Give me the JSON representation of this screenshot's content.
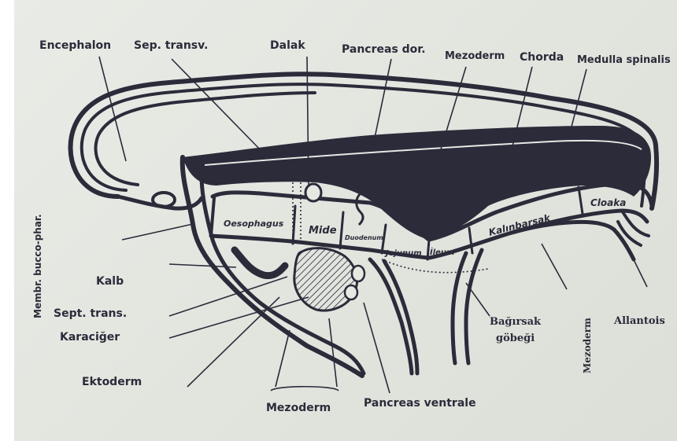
{
  "diagram": {
    "labels": {
      "encephalon": "Encephalon",
      "sep_transv": "Sep. transv.",
      "dalak": "Dalak",
      "pancreas_dor": "Pancreas dor.",
      "mezoderm_top": "Mezoderm",
      "chorda": "Chorda",
      "medulla_spinalis": "Medulla spinalis",
      "membr_bucco_phar": "Membr. bucco-phar.",
      "oesophagus": "Oesophagus",
      "mide": "Mide",
      "duodenum": "Duodenum",
      "jejunum": "Jejunum",
      "ileum": "İleum",
      "kalinbarsak": "Kalınbarsak",
      "cloaka": "Cloaka",
      "kalb": "Kalb",
      "sept_trans": "Sept. trans.",
      "karaciger": "Karaciğer",
      "ektoderm": "Ektoderm",
      "mezoderm_bottom": "Mezoderm",
      "pancreas_ventrale": "Pancreas ventrale",
      "bagirsak": "Bağırsak",
      "gobegi": "göbeği",
      "mezoderm_vertical": "Mezoderm",
      "allantois": "Allantois"
    },
    "colors": {
      "ink": "#2b2b3a",
      "paper": "#e6e8e2"
    }
  }
}
